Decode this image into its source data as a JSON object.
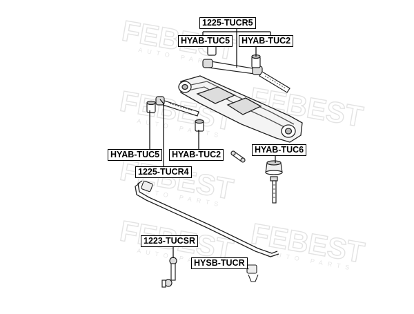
{
  "watermark": {
    "brand": "FEBEST",
    "tagline": "AUTO PARTS"
  },
  "labels": {
    "top_assembly": "1225-TUCR5",
    "bush_top_left": "HYAB-TUC5",
    "bush_top_right": "HYAB-TUC2",
    "bush_mid_left": "HYAB-TUC5",
    "bush_mid_right": "HYAB-TUC2",
    "arm_assembly": "1225-TUCR4",
    "bush_right": "HYAB-TUC6",
    "stabilizer_link": "1223-TUCSR",
    "stabilizer_bush": "HYSB-TUCR"
  }
}
